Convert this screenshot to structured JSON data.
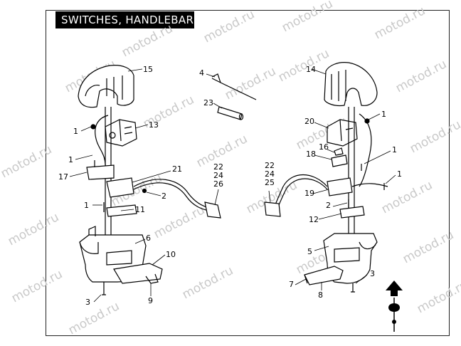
{
  "title": "SWITCHES, HANDLEBAR",
  "watermark": "motod.ru",
  "callouts": {
    "c1a": "1",
    "c1b": "1",
    "c1c": "1",
    "c1d": "1",
    "c1e": "1",
    "c1f": "1",
    "c2a": "2",
    "c2b": "2",
    "c3a": "3",
    "c3b": "3",
    "c4": "4",
    "c5": "5",
    "c6": "6",
    "c7": "7",
    "c8": "8",
    "c9": "9",
    "c10": "10",
    "c11": "11",
    "c12": "12",
    "c13": "13",
    "c14": "14",
    "c15": "15",
    "c16": "16",
    "c17": "17",
    "c18": "18",
    "c19": "19",
    "c20": "20",
    "c21": "21",
    "c22a": "22",
    "c24a": "24",
    "c26": "26",
    "c22b": "22",
    "c24b": "24",
    "c25": "25",
    "c23": "23"
  },
  "colors": {
    "line": "#000000",
    "frame": "#222222",
    "title_bg": "#000000",
    "title_fg": "#ffffff",
    "watermark": "#c9c9c9"
  },
  "icons": {
    "front_indicator": "up-arrow-icon"
  }
}
